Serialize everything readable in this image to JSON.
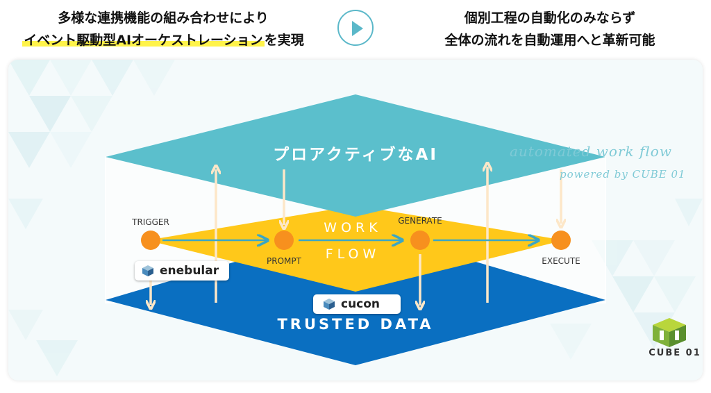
{
  "header": {
    "left_line1": "多様な連携機能の組み合わせにより",
    "left_line2": "イベント駆動型AIオーケストレーション",
    "left_line2_suffix": "を実現",
    "right_line1": "個別工程の自動化のみならず",
    "right_line2": "全体の流れを自動運用へと革新可能",
    "arrow_icon": "play-circle-icon"
  },
  "tagline": {
    "line1": "automated work flow",
    "line2": "powered by CUBE 01"
  },
  "layers": {
    "ai_label": "プロアクティブなAI",
    "workflow_label_1": "WORK",
    "workflow_label_2": "FLOW",
    "data_label": "TRUSTED DATA"
  },
  "nodes": {
    "trigger": "TRIGGER",
    "prompt": "PROMPT",
    "generate": "GENERATE",
    "execute": "EXECUTE"
  },
  "products": {
    "enebular": "enebular",
    "cucon": "cucon",
    "cube01": "CUBE 01"
  },
  "colors": {
    "ai_layer": "#5bbfcc",
    "workflow_layer": "#ffc81a",
    "data_layer": "#0a6fc1",
    "node": "#f7901e",
    "flow_arrow": "#3aa6c5",
    "highlight": "#fff34a",
    "vertical_arrow": "#fde7c8"
  }
}
